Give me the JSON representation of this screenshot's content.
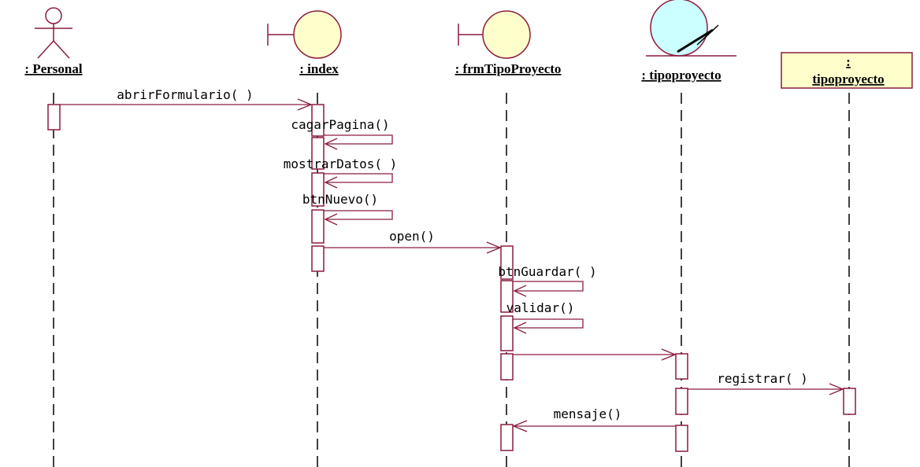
{
  "diagram": {
    "participants": [
      {
        "id": "personal",
        "kind": "actor",
        "label": ": Personal"
      },
      {
        "id": "index",
        "kind": "boundary",
        "label": ": index"
      },
      {
        "id": "frm",
        "kind": "boundary",
        "label": ": frmTipoProyecto"
      },
      {
        "id": "tp_entity",
        "kind": "entity",
        "label": ": tipoproyecto"
      },
      {
        "id": "tp_class",
        "kind": "object-box",
        "label_top": ":",
        "label_bottom": "tipoproyecto"
      }
    ],
    "messages": [
      {
        "id": "m1",
        "from": "personal",
        "to": "index",
        "label": "abrirFormulario( )"
      },
      {
        "id": "m2",
        "from": "index",
        "to": "index",
        "label": "cagarPagina()"
      },
      {
        "id": "m3",
        "from": "index",
        "to": "index",
        "label": "mostrarDatos( )"
      },
      {
        "id": "m4",
        "from": "index",
        "to": "index",
        "label": "btnNuevo()"
      },
      {
        "id": "m5",
        "from": "index",
        "to": "frm",
        "label": "open()"
      },
      {
        "id": "m6",
        "from": "frm",
        "to": "frm",
        "label": "btnGuardar( )"
      },
      {
        "id": "m7",
        "from": "frm",
        "to": "frm",
        "label": "validar()"
      },
      {
        "id": "m8",
        "from": "frm",
        "to": "tp_entity",
        "label": ""
      },
      {
        "id": "m9",
        "from": "tp_entity",
        "to": "tp_class",
        "label": "registrar( )"
      },
      {
        "id": "m10",
        "from": "tp_entity",
        "to": "frm",
        "label": "mensaje()"
      }
    ],
    "colors": {
      "line": "#8b1c3c",
      "boundary_fill": "#ffffcc",
      "entity_fill": "#ccffff",
      "object_box_fill": "#ffffcc",
      "lifeline": "#000000"
    }
  }
}
